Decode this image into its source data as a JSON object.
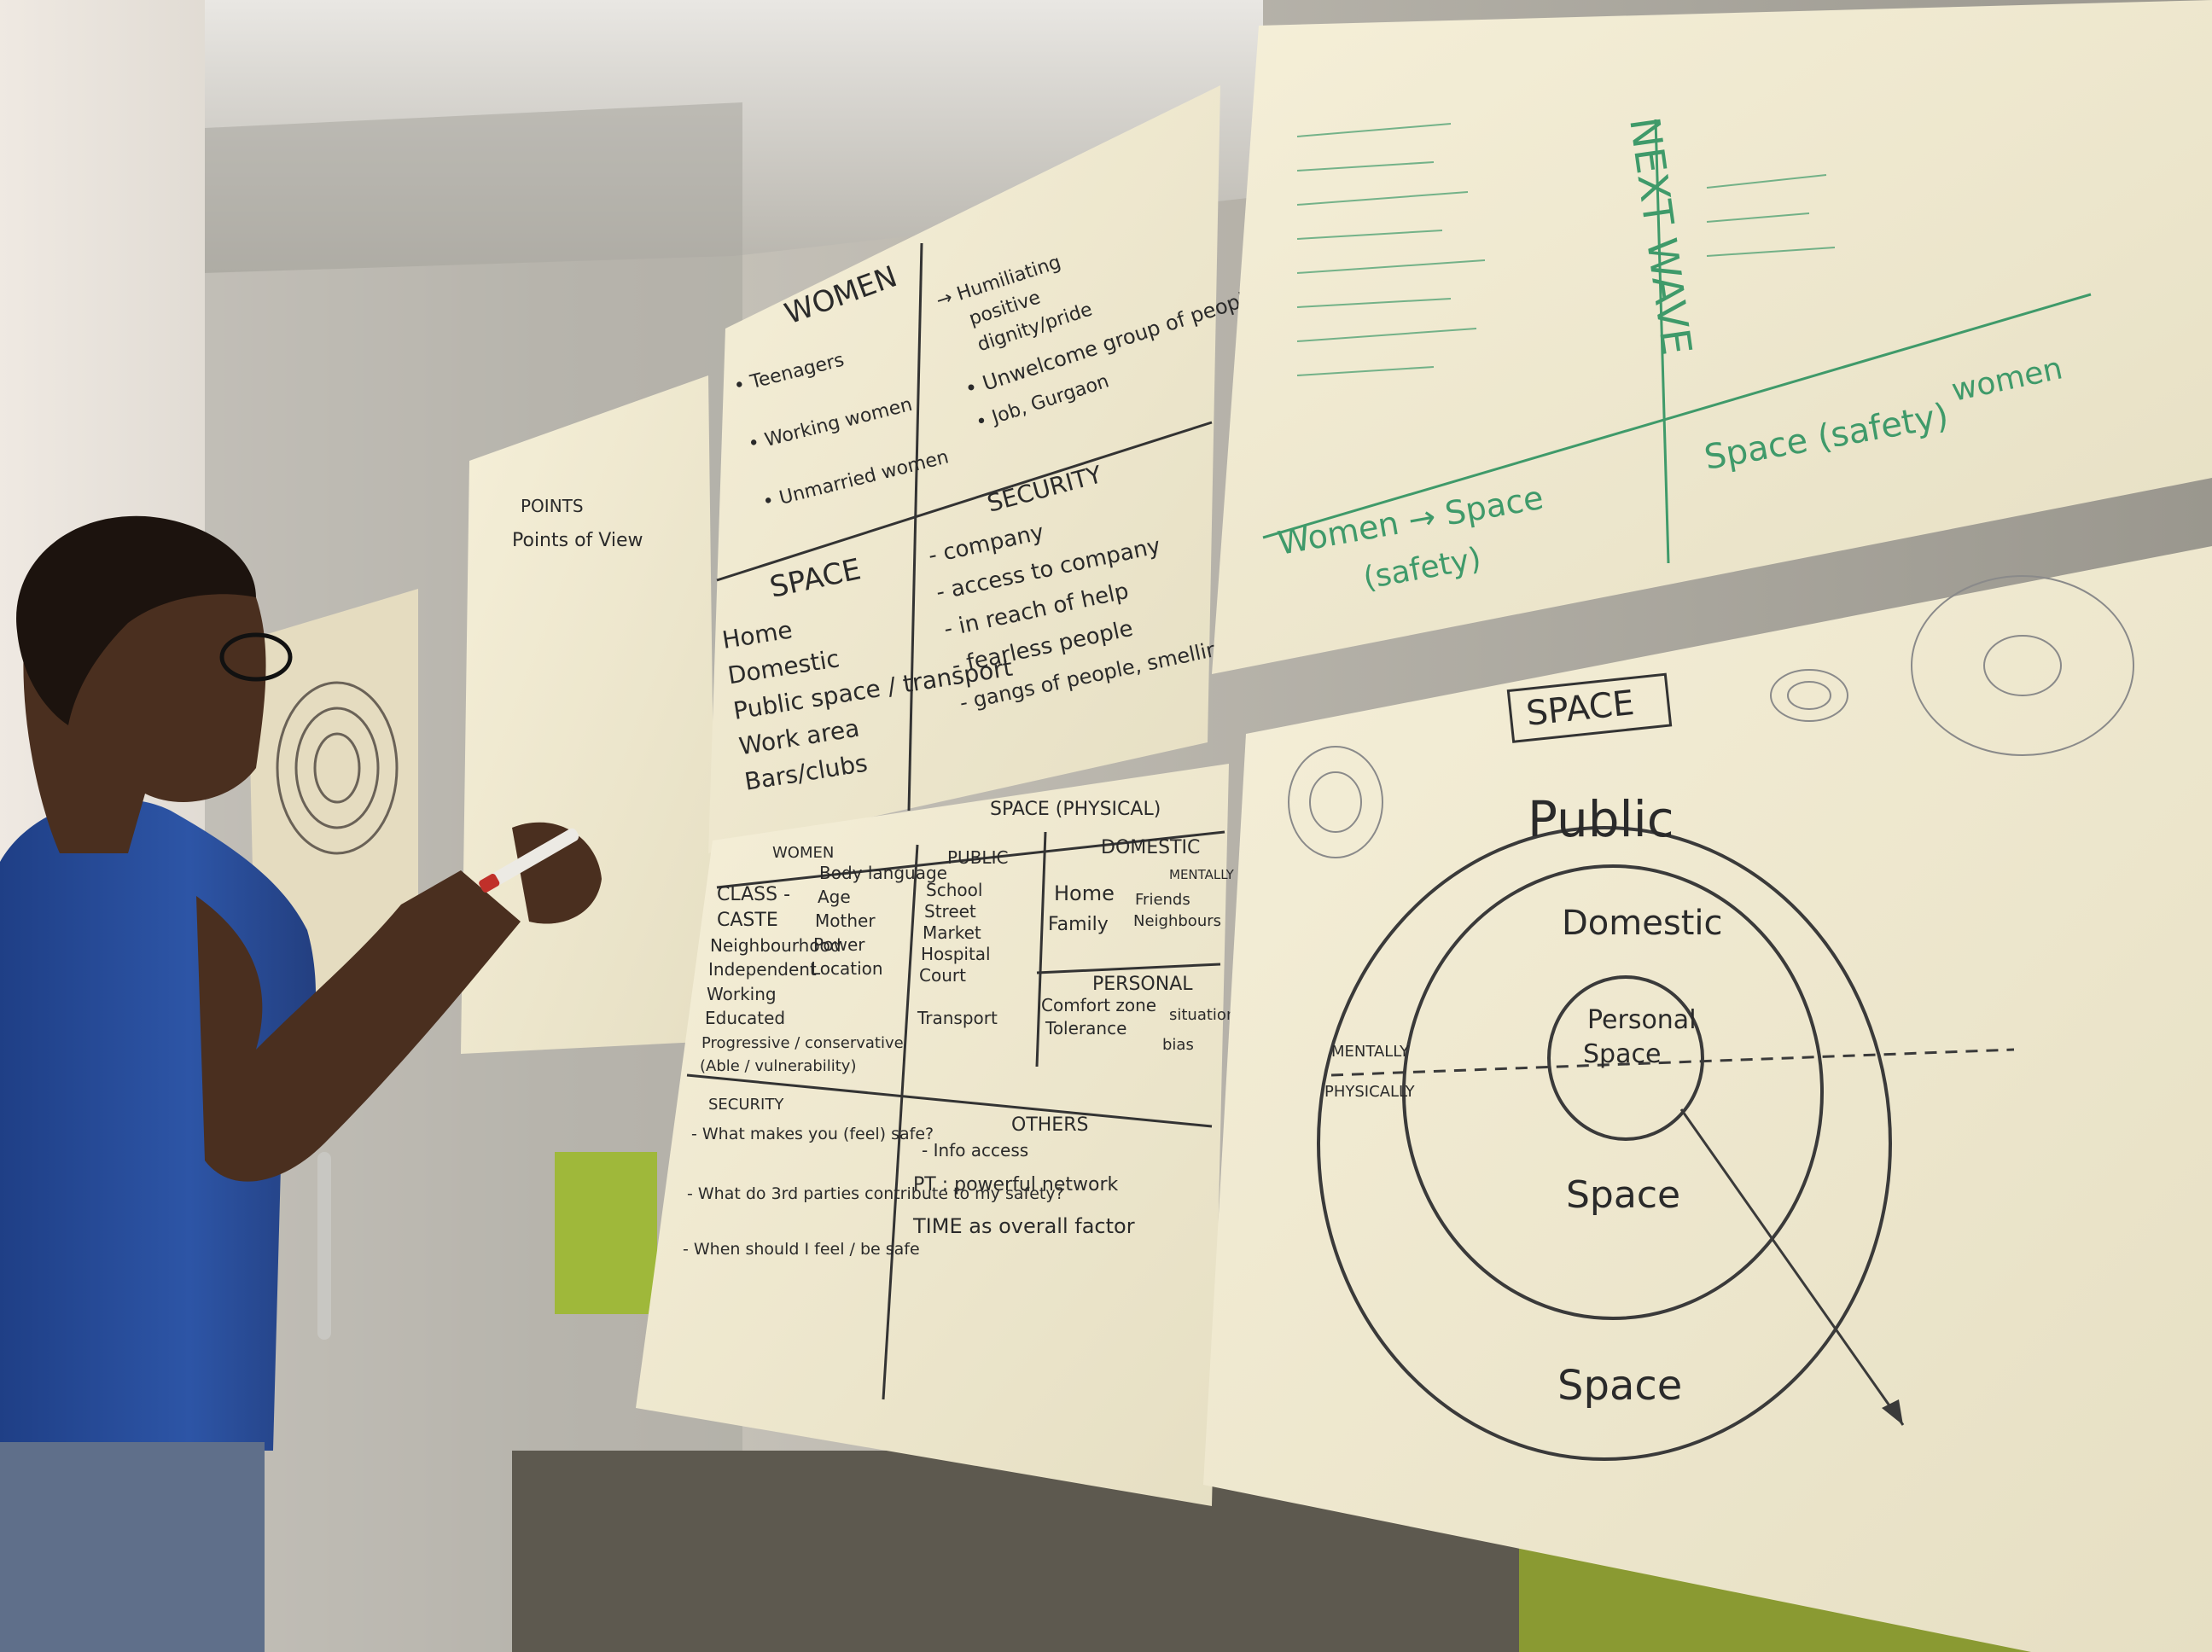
{
  "sheets": {
    "women_space": {
      "women_title": "WOMEN",
      "women_lines": [
        "• Teenagers",
        "• Working women",
        "• Unmarried women"
      ],
      "women_right_lines": [
        "→ Humiliating",
        "positive",
        "dignity/pride",
        "• Unwelcome group of people",
        "• Job, Gurgaon"
      ],
      "space_title": "SPACE",
      "space_lines": [
        "Home",
        "Domestic",
        "Public space / transport",
        "Work area",
        "Bars/clubs"
      ],
      "security_title": "SECURITY",
      "security_lines": [
        "- company",
        "- access to company",
        "- in reach of help",
        "- fearless people",
        "- gangs of people, smelling fear"
      ]
    },
    "physical": {
      "title": "SPACE (PHYSICAL)",
      "col_women": "WOMEN",
      "col_public": "PUBLIC",
      "col_domestic": "DOMESTIC",
      "col_mentally": "MENTALLY",
      "women_lines": [
        "CLASS -",
        "CASTE",
        "Neighbourhood",
        "Independent",
        "Working",
        "Educated",
        "Progressive / conservative",
        "(Able / vulnerability)"
      ],
      "women_right": [
        "Body language",
        "Age",
        "Mother",
        "Power",
        "Location"
      ],
      "public_lines": [
        "School",
        "Street",
        "Market",
        "Hospital",
        "Court",
        "Transport"
      ],
      "domestic_lines": [
        "Home",
        "Family"
      ],
      "mentally_lines": [
        "Friends",
        "Neighbours"
      ],
      "personal_title": "PERSONAL",
      "personal_lines": [
        "Comfort zone",
        "Tolerance"
      ],
      "personal_right": [
        "situation",
        "bias"
      ],
      "security_title": "SECURITY",
      "security_lines": [
        "- What makes you (feel) safe?",
        "- What do 3rd parties contribute to my safety?",
        "- When should I feel / be safe"
      ],
      "others_title": "OTHERS",
      "others_lines": [
        "- Info access",
        "PT : powerful network",
        "TIME as overall factor"
      ]
    },
    "top_right": {
      "next_wave": "NEXT WAVE",
      "women_space": "Women → Space",
      "safety": "(safety)",
      "space_safety": "Space (safety)",
      "women": "women"
    },
    "space_diagram": {
      "title": "SPACE",
      "outer": "Public",
      "middle": "Domestic",
      "inner_1": "Personal",
      "inner_2": "Space",
      "ring_mid": "Space",
      "ring_outer": "Space",
      "left_top": "MENTALLY",
      "left_bottom": "PHYSICALLY"
    },
    "pov": {
      "title": "POINTS",
      "subtitle": "Points of View"
    }
  },
  "colors": {
    "paper": "#f2ecd4",
    "ink": "#2a2a2a",
    "green_ink": "#3f9a6a",
    "shirt": "#2d55a6",
    "wall": "#e8e3dc"
  }
}
